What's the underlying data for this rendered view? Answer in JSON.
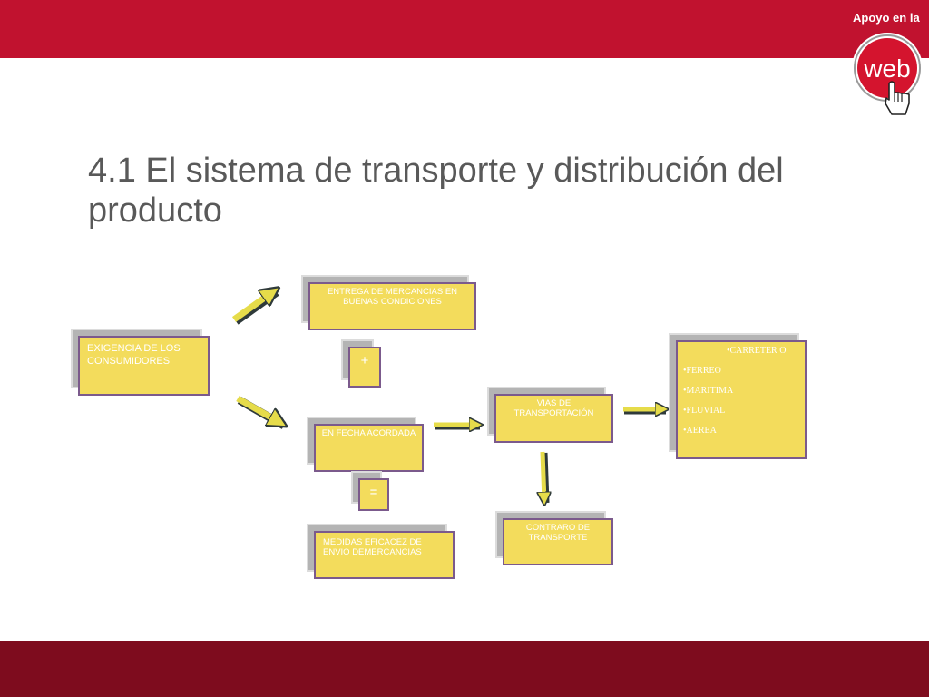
{
  "header": {
    "brand_caption": "Apoyo en la",
    "logo_text": "web"
  },
  "slide": {
    "title": "4.1 El sistema de transporte y distribución  del producto"
  },
  "diagram": {
    "exigencia": "EXIGENCIA DE LOS CONSUMIDORES",
    "entrega": "ENTREGA DE MERCANCIAS EN BUENAS CONDICIONES",
    "plus": "+",
    "fecha": "EN FECHA ACORDADA",
    "equals": "=",
    "medidas": "MEDIDAS EFICACEZ DE ENVIO DEMERCANCIAS",
    "vias": "VIAS DE TRANSPORTACIÓN",
    "contrato": "CONTRARO DE TRANSPORTE",
    "modes": [
      "•CARRETER O",
      "•FERREO",
      "•MARITIMA",
      "•FLUVIAL",
      "•AEREA"
    ]
  },
  "colors": {
    "top_bar": "#c1122f",
    "bottom_bar": "#7e0c1e",
    "box_fill": "#f3dc5c",
    "box_border": "#7b5a8c",
    "arrow": "#e6dc4a",
    "title_text": "#595959"
  }
}
